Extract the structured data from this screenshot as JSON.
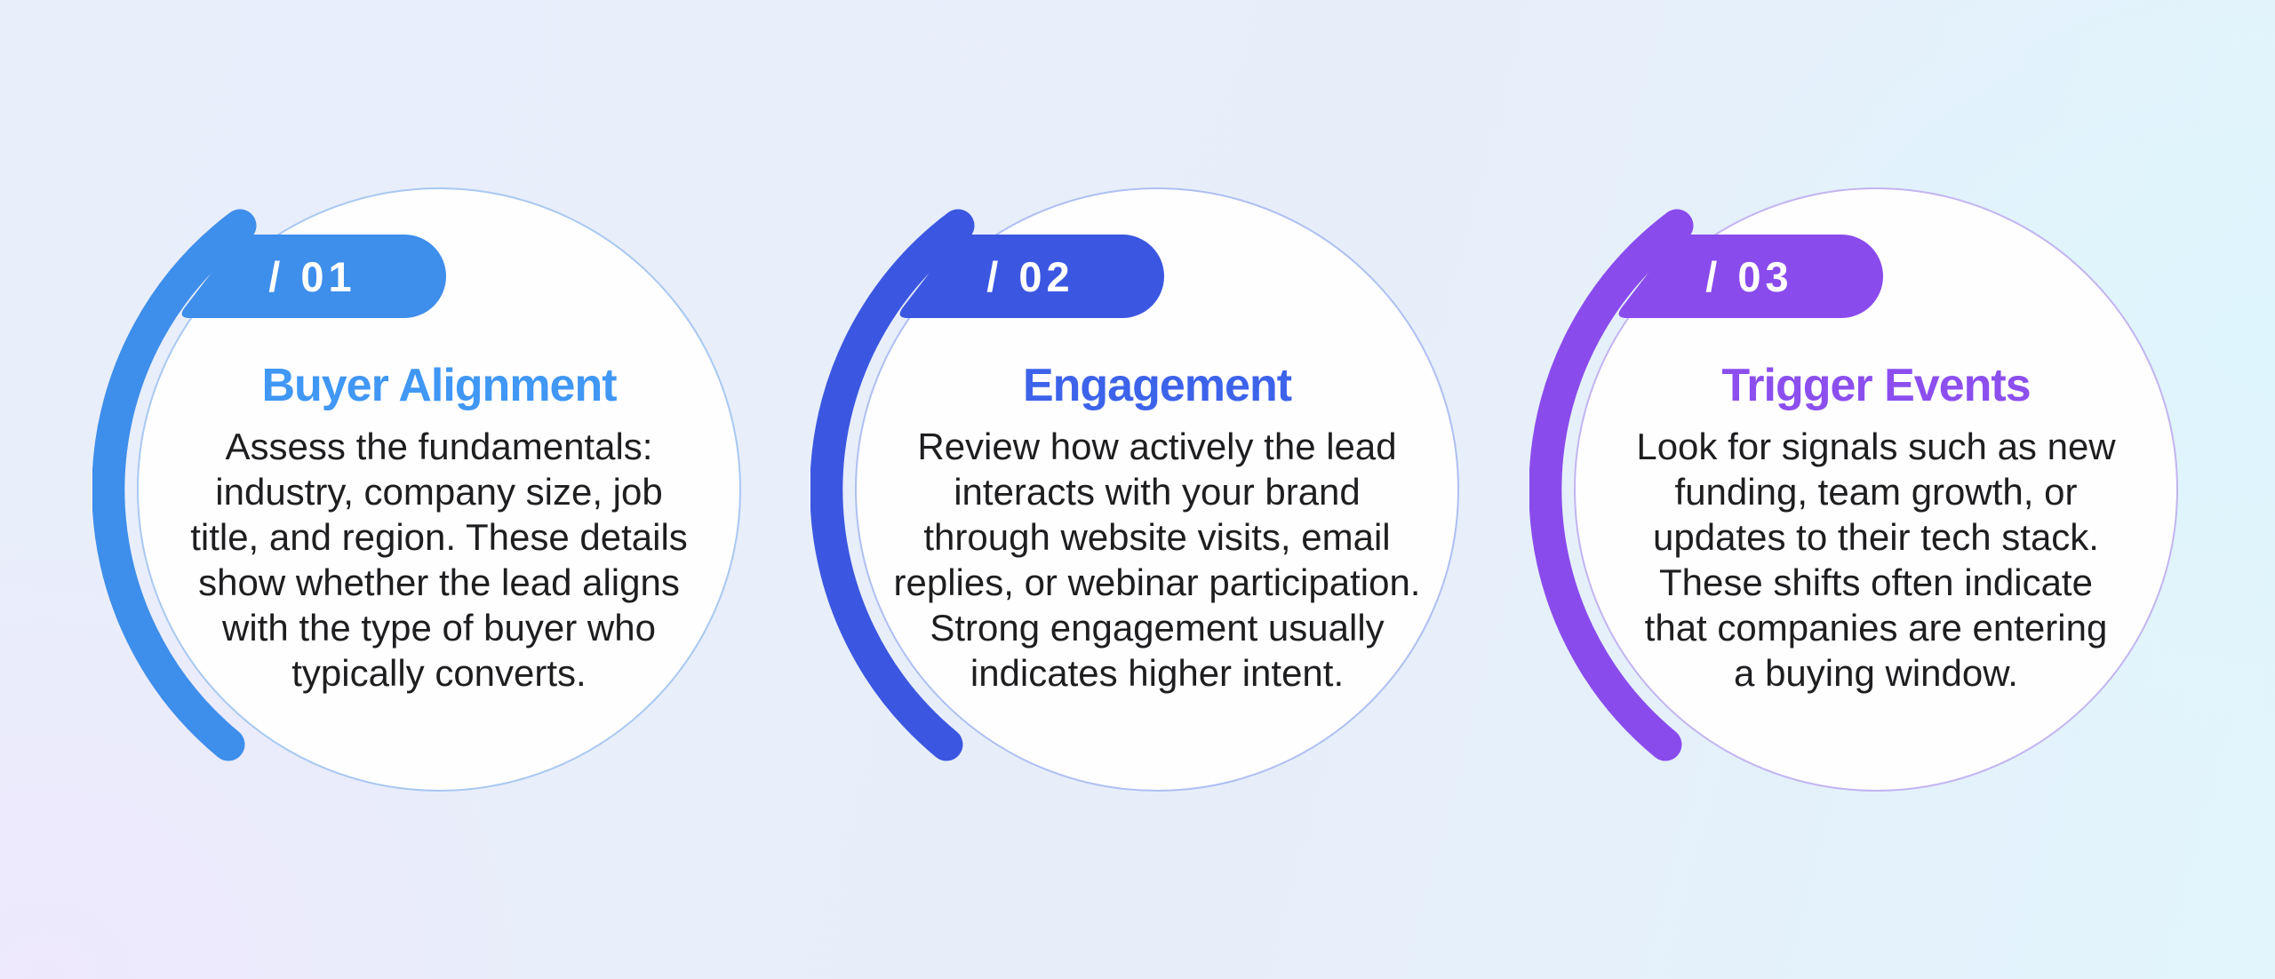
{
  "cards": [
    {
      "number": "/ 01",
      "title": "Buyer Alignment",
      "description_lines": [
        "Assess the fundamentals:",
        "industry, company size, job",
        "title, and region. These details",
        "show whether the lead aligns",
        "with the type of buyer who",
        "typically converts."
      ],
      "accent": "#3E8EEB",
      "title_color": "#4097F4",
      "circle_border": "#A9C8F1"
    },
    {
      "number": "/ 02",
      "title": "Engagement",
      "description_lines": [
        "Review how actively the lead",
        "interacts with your brand",
        "through website visits, email",
        "replies, or webinar participation.",
        "Strong engagement usually",
        "indicates higher intent."
      ],
      "accent": "#3B57E1",
      "title_color": "#3D63EA",
      "circle_border": "#AFBFF2"
    },
    {
      "number": "/ 03",
      "title": "Trigger Events",
      "description_lines": [
        "Look for signals such as new",
        "funding, team growth, or",
        "updates to their tech stack.",
        "These shifts often indicate",
        "that companies are entering",
        "a buying window."
      ],
      "accent": "#8A4BEC",
      "title_color": "#8C4FEE",
      "circle_border": "#C3B4F1"
    }
  ]
}
